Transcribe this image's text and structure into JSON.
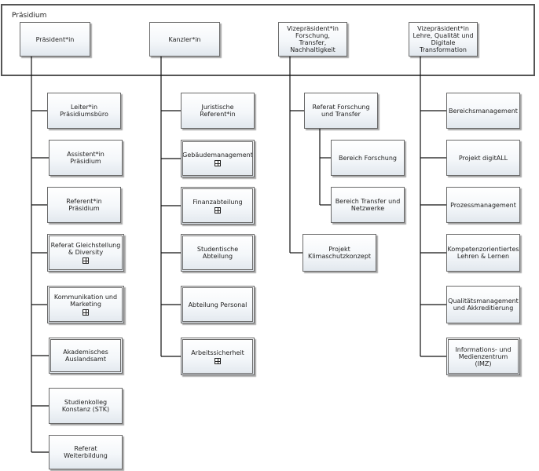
{
  "frame": {
    "title": "Präsidium"
  },
  "nodes": [
    {
      "id": "praesident",
      "label": "Präsident*in",
      "expandable": false,
      "double": false
    },
    {
      "id": "kanzler",
      "label": "Kanzler*in",
      "expandable": false,
      "double": false
    },
    {
      "id": "vp_forschung",
      "label": "Vizepräsident*in Forschung, Transfer, Nachhaltigkeit",
      "expandable": false,
      "double": false
    },
    {
      "id": "vp_lehre",
      "label": "Vizepräsident*in Lehre, Qualität und Digitale Transformation",
      "expandable": false,
      "double": false
    },
    {
      "id": "leiter_buero",
      "label": "Leiter*in Präsidiumsbüro",
      "expandable": false,
      "double": false
    },
    {
      "id": "assistent",
      "label": "Assistent*in Präsidium",
      "expandable": false,
      "double": false
    },
    {
      "id": "referent",
      "label": "Referent*in Präsidium",
      "expandable": false,
      "double": false
    },
    {
      "id": "gleichstellung",
      "label": "Referat Gleichstellung & Diversity",
      "expandable": true,
      "double": true
    },
    {
      "id": "kommunikation",
      "label": "Kommunikation und Marketing",
      "expandable": true,
      "double": true
    },
    {
      "id": "auslandsamt",
      "label": "Akademisches Auslandsamt",
      "expandable": false,
      "double": true
    },
    {
      "id": "studienkolleg",
      "label": "Studienkolleg Konstanz (STK)",
      "expandable": false,
      "double": false
    },
    {
      "id": "weiterbildung",
      "label": "Referat Weiterbildung",
      "expandable": false,
      "double": false
    },
    {
      "id": "juristisch",
      "label": "Juristische Referent*in",
      "expandable": false,
      "double": false
    },
    {
      "id": "gebaeude",
      "label": "Gebäudemanagement",
      "expandable": true,
      "double": true
    },
    {
      "id": "finanz",
      "label": "Finanzabteilung",
      "expandable": true,
      "double": true
    },
    {
      "id": "studentisch",
      "label": "Studentische Abteilung",
      "expandable": false,
      "double": true
    },
    {
      "id": "personal",
      "label": "Abteilung Personal",
      "expandable": false,
      "double": true
    },
    {
      "id": "arbeitssicherheit",
      "label": "Arbeitssicherheit",
      "expandable": true,
      "double": true
    },
    {
      "id": "ref_forschung",
      "label": "Referat Forschung und Transfer",
      "expandable": false,
      "double": false
    },
    {
      "id": "bereich_forschung",
      "label": "Bereich Forschung",
      "expandable": false,
      "double": false
    },
    {
      "id": "bereich_transfer",
      "label": "Bereich Transfer und Netzwerke",
      "expandable": false,
      "double": false
    },
    {
      "id": "klimaschutz",
      "label": "Projekt Klimaschutzkonzept",
      "expandable": false,
      "double": false
    },
    {
      "id": "bereichsmanagement",
      "label": "Bereichsmanagement",
      "expandable": false,
      "double": false
    },
    {
      "id": "digitall",
      "label": "Projekt digitALL",
      "expandable": false,
      "double": false
    },
    {
      "id": "prozess",
      "label": "Prozessmanagement",
      "expandable": false,
      "double": false
    },
    {
      "id": "kompetenz",
      "label": "Kompetenzorientiertes Lehren & Lernen",
      "expandable": false,
      "double": false
    },
    {
      "id": "qualitaet",
      "label": "Qualitätsmanagement und Akkreditierung",
      "expandable": false,
      "double": false
    },
    {
      "id": "imz",
      "label": "Informations- und Medienzentrum (IMZ)",
      "expandable": false,
      "double": true
    }
  ],
  "edges": [
    [
      "praesident",
      "leiter_buero"
    ],
    [
      "praesident",
      "assistent"
    ],
    [
      "praesident",
      "referent"
    ],
    [
      "praesident",
      "gleichstellung"
    ],
    [
      "praesident",
      "kommunikation"
    ],
    [
      "praesident",
      "auslandsamt"
    ],
    [
      "praesident",
      "studienkolleg"
    ],
    [
      "praesident",
      "weiterbildung"
    ],
    [
      "kanzler",
      "juristisch"
    ],
    [
      "kanzler",
      "gebaeude"
    ],
    [
      "kanzler",
      "finanz"
    ],
    [
      "kanzler",
      "studentisch"
    ],
    [
      "kanzler",
      "personal"
    ],
    [
      "kanzler",
      "arbeitssicherheit"
    ],
    [
      "vp_forschung",
      "ref_forschung"
    ],
    [
      "vp_forschung",
      "klimaschutz"
    ],
    [
      "ref_forschung",
      "bereich_forschung"
    ],
    [
      "ref_forschung",
      "bereich_transfer"
    ],
    [
      "vp_lehre",
      "bereichsmanagement"
    ],
    [
      "vp_lehre",
      "digitall"
    ],
    [
      "vp_lehre",
      "prozess"
    ],
    [
      "vp_lehre",
      "kompetenz"
    ],
    [
      "vp_lehre",
      "qualitaet"
    ],
    [
      "vp_lehre",
      "imz"
    ]
  ]
}
